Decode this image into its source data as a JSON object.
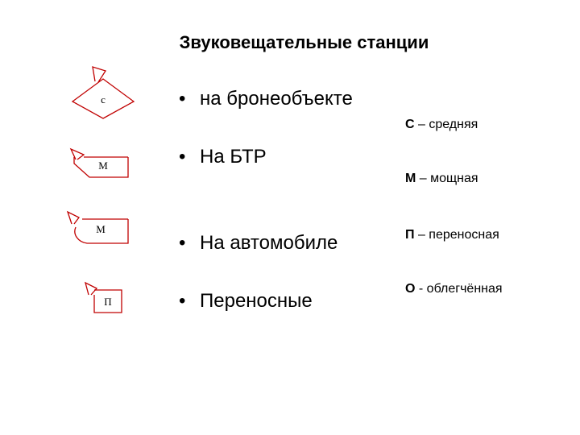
{
  "title": "Звуковещательные станции",
  "bullet_char": "•",
  "bullets": [
    "на бронеобъекте",
    "На БТР",
    "На автомобиле",
    "Переносные"
  ],
  "legend": [
    {
      "letter": "С",
      "text": " – средняя"
    },
    {
      "letter": "М",
      "text": " – мощная"
    },
    {
      "letter": "П",
      "text": " – переносная"
    },
    {
      "letter": "О",
      "text": " - облегчённая"
    }
  ],
  "symbols": [
    {
      "label": "с"
    },
    {
      "label": "М"
    },
    {
      "label": "М"
    },
    {
      "label": "П"
    }
  ],
  "colors": {
    "symbol_stroke": "#c00000",
    "text": "#000000"
  }
}
